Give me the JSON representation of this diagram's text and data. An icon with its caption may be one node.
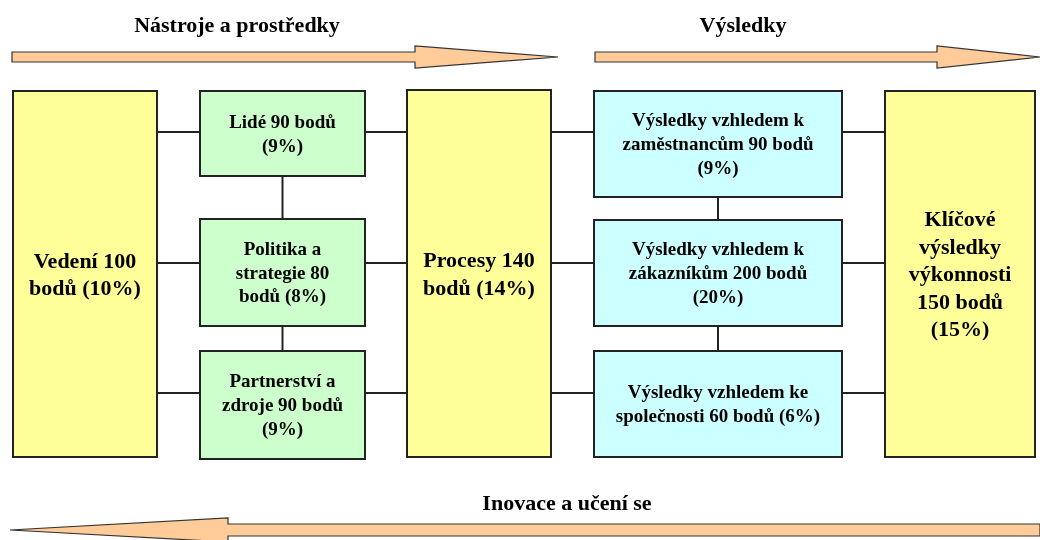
{
  "diagram": {
    "nodes": [
      {
        "text": [
          "Vedení 100 bodů (10%)"
        ]
      },
      {
        "text": [
          "Lidé 90 bodů (9%)"
        ]
      },
      {
        "text": [
          "Politika a strategie 80 bodů (8%)"
        ]
      },
      {
        "text": [
          "Partnerství a zdroje 90 bodů (9%)"
        ]
      },
      {
        "text": [
          "Procesy 140 bodů (14%)"
        ]
      },
      {
        "text": [
          "Výsledky vzhledem k zaměstnancům 90 bodů (9%)"
        ]
      },
      {
        "text": [
          "Výsledky vzhledem k zákazníkům 200 bodů (20%)"
        ]
      },
      {
        "text": [
          "Výsledky vzhledem ke společnosti 60 bodů (6%)"
        ]
      },
      {
        "text": [
          "Klíčové výsledky výkonnosti 150 bodů (15%)"
        ]
      }
    ],
    "edges": [
      {
        "from": 0,
        "to": 1,
        "arrow": "none"
      },
      {
        "from": 0,
        "to": 2,
        "arrow": "none"
      },
      {
        "from": 0,
        "to": 3,
        "arrow": "none"
      },
      {
        "from": 1,
        "to": 2,
        "arrow": "none"
      },
      {
        "from": 2,
        "to": 3,
        "arrow": "none"
      },
      {
        "from": 1,
        "to": 4,
        "arrow": "none"
      },
      {
        "from": 2,
        "to": 4,
        "arrow": "none"
      },
      {
        "from": 3,
        "to": 4,
        "arrow": "none"
      },
      {
        "from": 4,
        "to": 5,
        "arrow": "none"
      },
      {
        "from": 4,
        "to": 6,
        "arrow": "none"
      },
      {
        "from": 4,
        "to": 7,
        "arrow": "none"
      },
      {
        "from": 5,
        "to": 6,
        "arrow": "none"
      },
      {
        "from": 6,
        "to": 7,
        "arrow": "none"
      },
      {
        "from": 5,
        "to": 8,
        "arrow": "none"
      },
      {
        "from": 6,
        "to": 8,
        "arrow": "none"
      },
      {
        "from": 7,
        "to": 8,
        "arrow": "none"
      }
    ],
    "labels": [
      "Nástroje a prostředky",
      "Výsledky",
      "Inovace a učení se"
    ]
  }
}
